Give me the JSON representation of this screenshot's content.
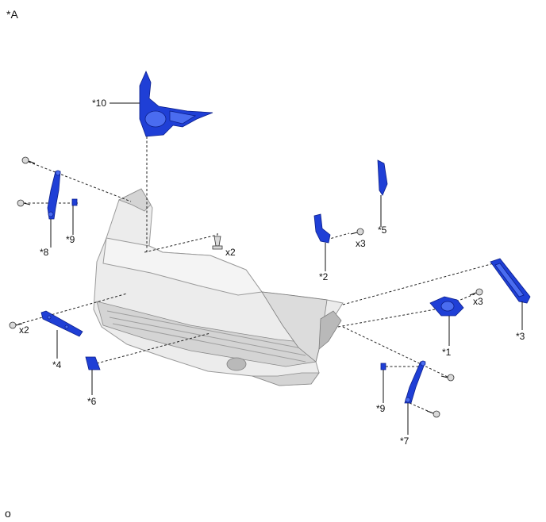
{
  "header": {
    "view_label": "*A"
  },
  "footer": {
    "code": "o"
  },
  "parts": {
    "p1": {
      "label": "*1"
    },
    "p2": {
      "label": "*2"
    },
    "p3": {
      "label": "*3"
    },
    "p4": {
      "label": "*4"
    },
    "p5": {
      "label": "*5"
    },
    "p6": {
      "label": "*6"
    },
    "p7": {
      "label": "*7"
    },
    "p8": {
      "label": "*8"
    },
    "p9a": {
      "label": "*9"
    },
    "p9b": {
      "label": "*9"
    },
    "p10": {
      "label": "*10"
    }
  },
  "quantities": {
    "clip_top": "x2",
    "screw_p2": "x3",
    "screw_p1": "x3",
    "screw_p4": "x2"
  },
  "colors": {
    "part_blue": "#1f3fd6",
    "bumper_gray": "#ececec"
  }
}
